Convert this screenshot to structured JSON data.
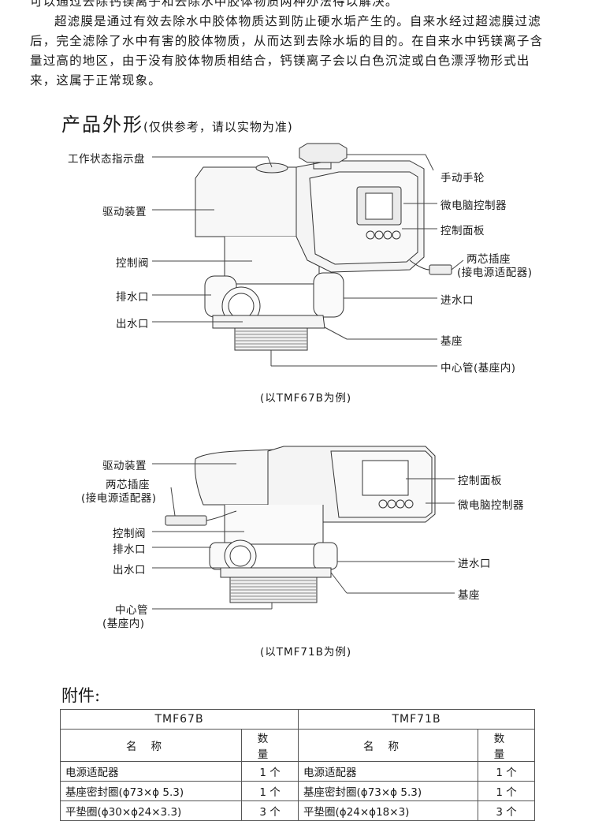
{
  "intro": {
    "line0": "可以通过去除钙镁离子和去除水中胶体物质两种办法得以解决。",
    "para1": "超滤膜是通过有效去除水中胶体物质达到防止硬水垢产生的。自来水经过超滤膜过滤后，完全滤除了水中有害的胶体物质，从而达到去除水垢的目的。在自来水中钙镁离子含量过高的地区，由于没有胶体物质相结合，钙镁离子会以白色沉淀或白色漂浮物形式出来，这属于正常现象。"
  },
  "section": {
    "title": "产品外形",
    "note": "(仅供参考，请以实物为准)"
  },
  "diagram1": {
    "labels": {
      "indicator": "工作状态指示盘",
      "drive": "驱动装置",
      "valve": "控制阀",
      "drain": "排水口",
      "outlet": "出水口",
      "handwheel": "手动手轮",
      "microcontroller": "微电脑控制器",
      "panel": "控制面板",
      "socket1": "两芯插座",
      "socket2": "(接电源适配器)",
      "inlet": "进水口",
      "base": "基座",
      "center_pipe": "中心管(基座内)"
    },
    "caption": "(以TMF67B为例)"
  },
  "diagram2": {
    "labels": {
      "drive": "驱动装置",
      "socket1": "两芯插座",
      "socket2": "(接电源适配器)",
      "valve": "控制阀",
      "drain": "排水口",
      "outlet": "出水口",
      "center_pipe1": "中心管",
      "center_pipe2": "(基座内)",
      "panel": "控制面板",
      "microcontroller": "微电脑控制器",
      "inlet": "进水口",
      "base": "基座"
    },
    "caption": "(以TMF71B为例)"
  },
  "accessories": {
    "title": "附件:",
    "models": [
      "TMF67B",
      "TMF71B"
    ],
    "col_name": "名称",
    "col_qty": "数量",
    "rows": [
      {
        "a_name": "电源适配器",
        "a_qty": "1 个",
        "b_name": "电源适配器",
        "b_qty": "1 个"
      },
      {
        "a_name": "基座密封圈(ϕ73×ϕ 5.3)",
        "a_qty": "1 个",
        "b_name": "基座密封圈(ϕ73×ϕ 5.3)",
        "b_qty": "1 个"
      },
      {
        "a_name": "平垫圈(ϕ30×ϕ24×3.3)",
        "a_qty": "3 个",
        "b_name": "平垫圈(ϕ24×ϕ18×3)",
        "b_qty": "3 个"
      }
    ]
  }
}
